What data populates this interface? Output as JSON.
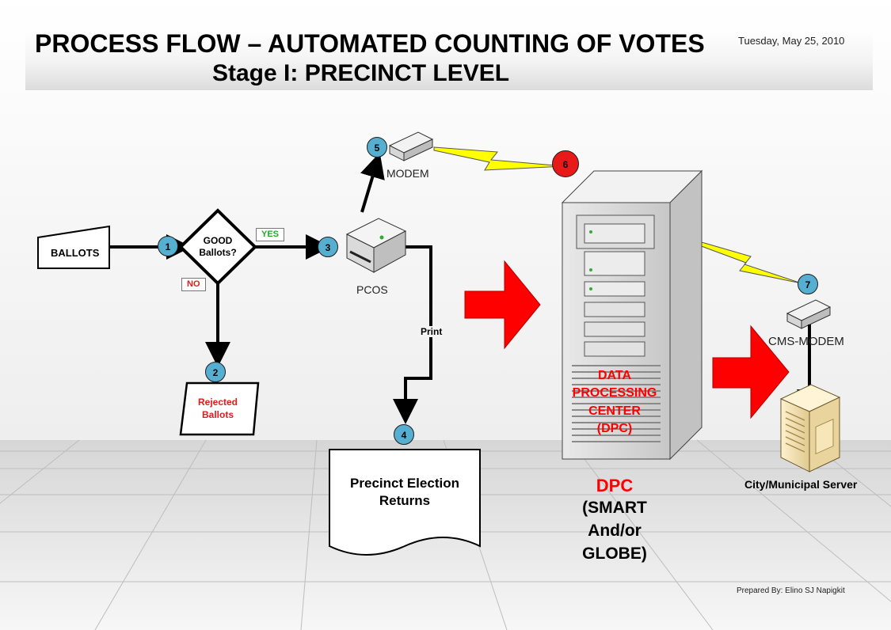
{
  "header": {
    "title_line1": "PROCESS FLOW – AUTOMATED COUNTING OF VOTES",
    "title_line2": "Stage I: PRECINCT LEVEL",
    "date": "Tuesday, May 25, 2010"
  },
  "flow": {
    "ballots": "BALLOTS",
    "decision_line1": "GOOD",
    "decision_line2": "Ballots?",
    "yes_label": "YES",
    "no_label": "NO",
    "rejected_line1": "Rejected",
    "rejected_line2": "Ballots",
    "pcos_label": "PCOS",
    "modem_label": "MODEM",
    "print_label": "Print",
    "returns_line1": "Precinct Election",
    "returns_line2": "Returns",
    "dpc_server_line1": "DATA",
    "dpc_server_line2": "PROCESSING",
    "dpc_server_line3": "CENTER",
    "dpc_server_line4": "(DPC)",
    "dpc_title": "DPC",
    "dpc_sub_line1": "(SMART",
    "dpc_sub_line2": "And/or",
    "dpc_sub_line3": "GLOBE)",
    "cms_modem_label": "CMS-MODEM",
    "city_server_label": "City/Municipal Server"
  },
  "steps": [
    "1",
    "2",
    "3",
    "4",
    "5",
    "6",
    "7"
  ],
  "footer": {
    "prepared_by": "Prepared By: Elino SJ Napigkit"
  },
  "colors": {
    "step_blue": "#56aed0",
    "step_red": "#e81919",
    "arrow_red": "#ff0000",
    "lightning": "#ffff00",
    "dpc_text": "#ff0000"
  }
}
